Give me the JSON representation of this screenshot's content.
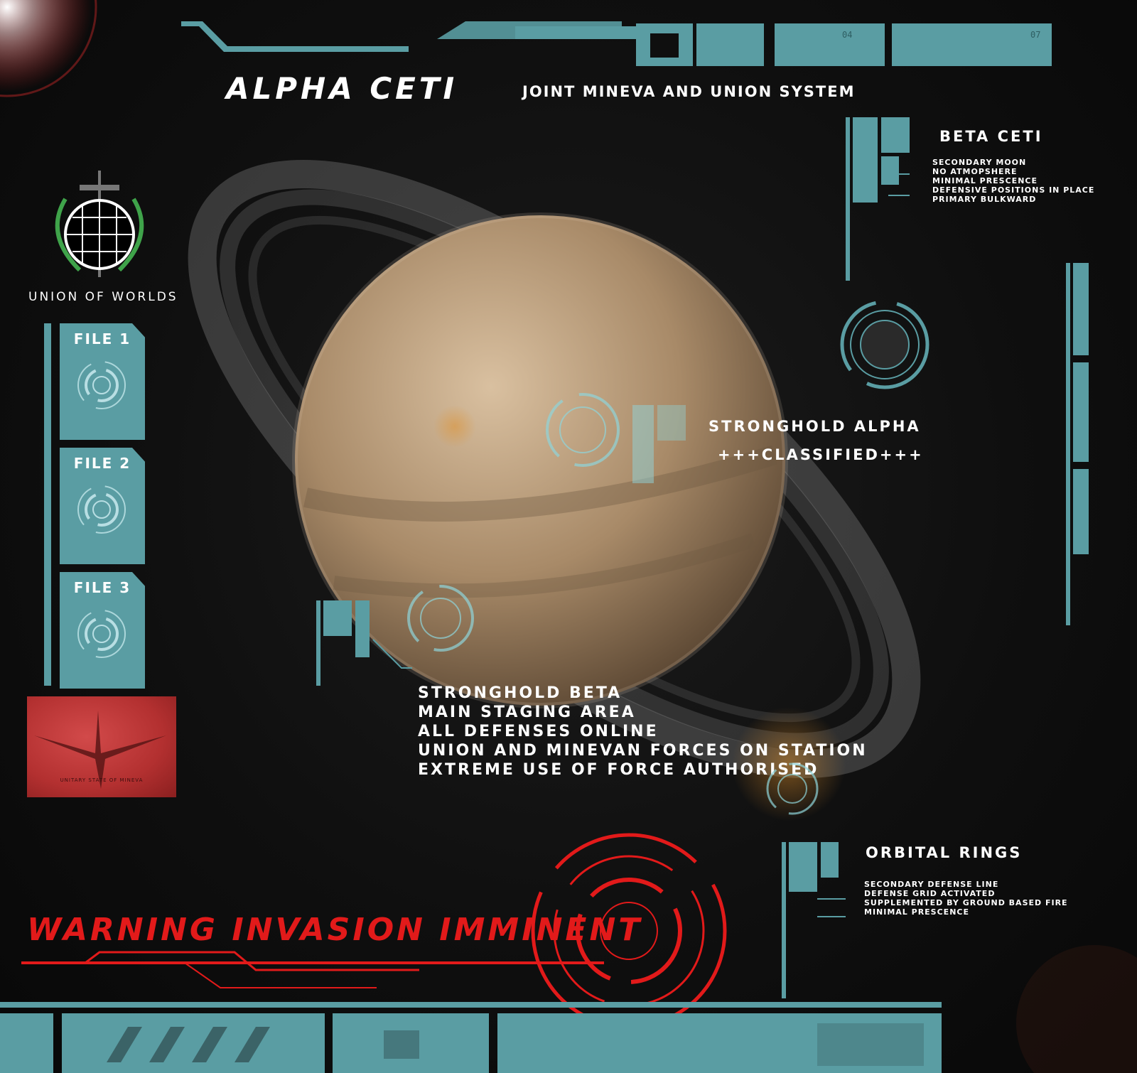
{
  "header": {
    "title": "ALPHA CETI",
    "subtitle": "JOINT MINEVA AND UNION SYSTEM"
  },
  "union": {
    "label": "UNION OF WORLDS"
  },
  "files": [
    {
      "label": "FILE 1"
    },
    {
      "label": "FILE 2"
    },
    {
      "label": "FILE 3"
    }
  ],
  "mineva": {
    "label": "UNITARY STATE OF MINEVA"
  },
  "beta_ceti": {
    "title": "BETA CETI",
    "lines": [
      "SECONDARY MOON",
      "NO ATMOPSHERE",
      "MINIMAL PRESCENCE",
      "DEFENSIVE  POSITIONS IN PLACE",
      "PRIMARY BULKWARD"
    ]
  },
  "stronghold_alpha": {
    "title": "STRONGHOLD ALPHA",
    "status": "+++CLASSIFIED+++"
  },
  "stronghold_beta": {
    "lines": [
      "STRONGHOLD BETA",
      "MAIN STAGING AREA",
      "ALL DEFENSES ONLINE",
      "UNION AND MINEVAN FORCES ON STATION",
      "EXTREME USE OF FORCE AUTHORISED"
    ]
  },
  "orbital_rings": {
    "title": "ORBITAL RINGS",
    "lines": [
      "SECONDARY DEFENSE LINE",
      "DEFENSE GRID ACTIVATED",
      "SUPPLEMENTED BY GROUND BASED FIRE",
      "MINIMAL PRESCENCE"
    ]
  },
  "top_bar": {
    "codes": [
      "04",
      "07"
    ]
  },
  "warning": {
    "text": "WARNING INVASION IMMINENT"
  },
  "colors": {
    "hud_teal": "#5a9da3",
    "warning_red": "#e21a1a",
    "planet": "#b89a78",
    "mineva_flag": "#c23a3a"
  },
  "icons": {
    "emblem": "union-globe-laurel-icon",
    "file": "circular-target-icon",
    "mineva": "winged-emblem-icon"
  }
}
